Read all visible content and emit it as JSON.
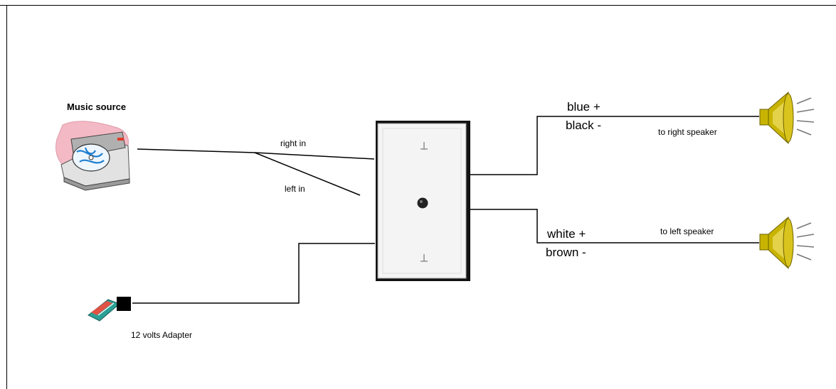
{
  "labels": {
    "music_source": "Music source",
    "right_in": "right in",
    "left_in": "left in",
    "blue_plus": "blue +",
    "black_minus": "black -",
    "to_right_speaker": "to right speaker",
    "white_plus": "white +",
    "brown_minus": "brown -",
    "to_left_speaker": "to left speaker",
    "adapter": "12 volts Adapter"
  },
  "icons": {
    "music_source": "cd-player-icon",
    "adapter": "power-adapter-icon",
    "right_speaker": "speaker-icon",
    "left_speaker": "speaker-icon",
    "wall_plate": "wall-jack-plate"
  },
  "colors": {
    "wire": "#000000",
    "plate": "#f4f4f4",
    "speaker": "#c8b400",
    "cd_pink": "#f3b9c4",
    "cd_blue": "#1f7fcf"
  }
}
